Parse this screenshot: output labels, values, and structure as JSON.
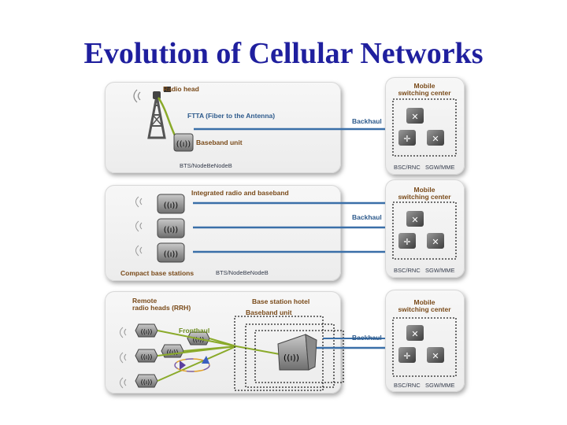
{
  "title": "Evolution of Cellular Networks",
  "row1": {
    "radio_head": "Radio head",
    "ftta": "FTTA (Fiber to the Antenna)",
    "baseband_unit": "Baseband unit",
    "bts": "BTS/NodeBeNodeB",
    "backhaul": "Backhaul",
    "msc_line1": "Mobile",
    "msc_line2": "switching center",
    "bsc": "BSC/RNC",
    "sgw": "SGW/MME"
  },
  "row2": {
    "integrated": "Integrated radio and baseband",
    "compact": "Compact base stations",
    "bts": "BTS/NodeBeNodeB",
    "backhaul": "Backhaul",
    "msc_line1": "Mobile",
    "msc_line2": "switching center",
    "bsc": "BSC/RNC",
    "sgw": "SGW/MME"
  },
  "row3": {
    "rrh_line1": "Remote",
    "rrh_line2": "radio heads (RRH)",
    "fronthaul": "Fronthaul",
    "hotel": "Base station hotel",
    "baseband_unit": "Baseband unit",
    "backhaul": "Backhaul",
    "msc_line1": "Mobile",
    "msc_line2": "switching center",
    "bsc": "BSC/RNC",
    "sgw": "SGW/MME"
  }
}
